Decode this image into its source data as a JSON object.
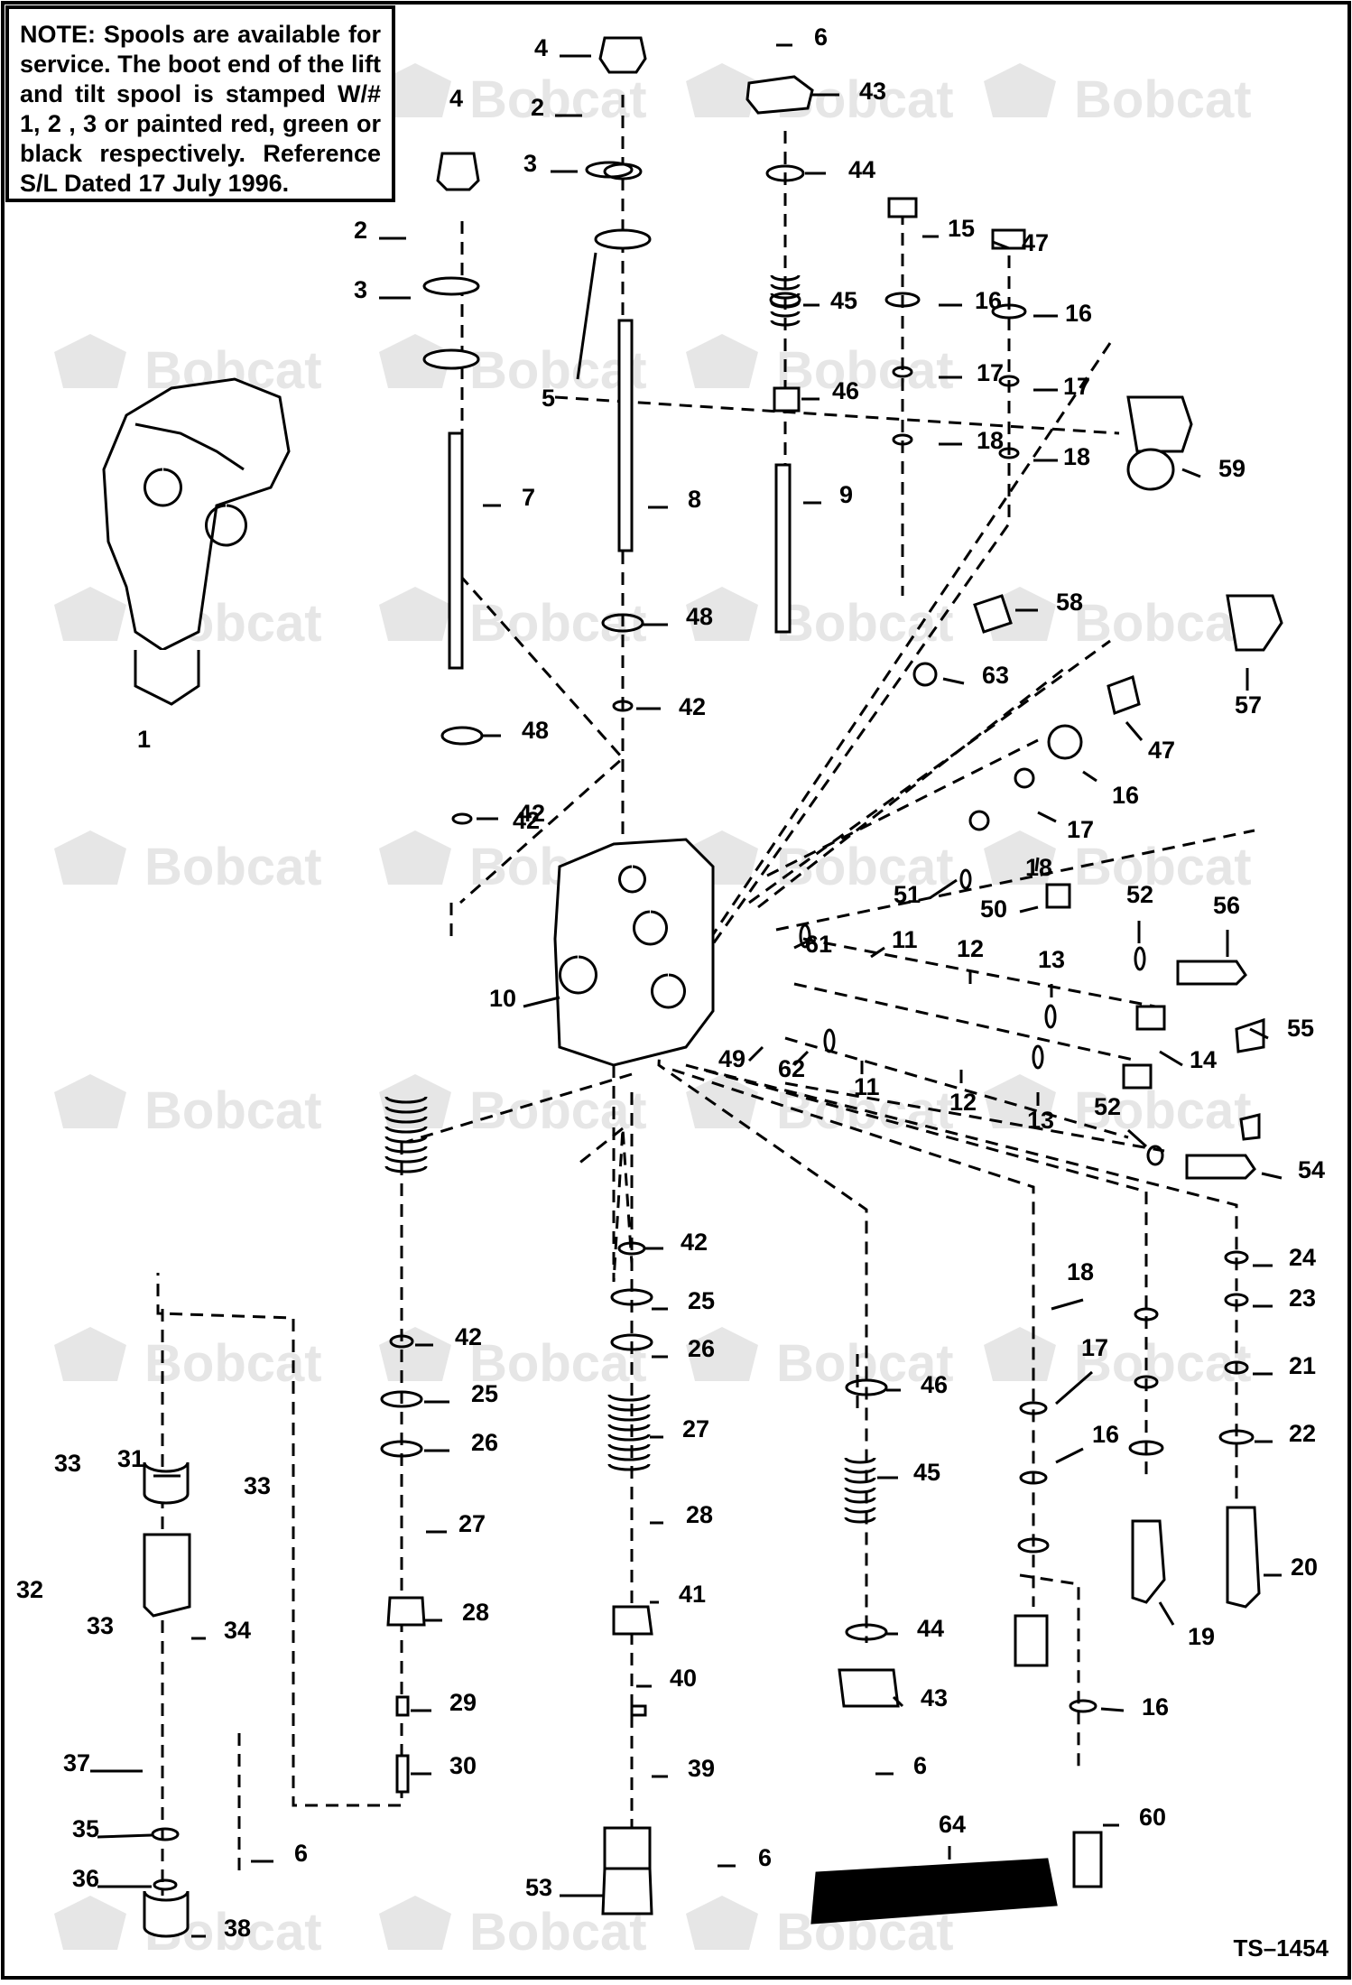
{
  "note": {
    "heading": "NOTE:",
    "body": "Spools are available for service. The boot end of the lift and tilt spool is stamped W/# 1, 2 , 3 or painted red, green or black respectively. Reference S/L Dated 17 July 1996."
  },
  "watermark": "Bobcat",
  "drawing_id": "TS–1454",
  "colors": {
    "ink": "#000000",
    "watermark": "#e6e6e6",
    "background": "#ffffff"
  },
  "callouts": [
    "1",
    "2",
    "3",
    "4",
    "5",
    "6",
    "7",
    "8",
    "9",
    "10",
    "11",
    "12",
    "13",
    "14",
    "15",
    "16",
    "17",
    "18",
    "19",
    "20",
    "21",
    "22",
    "23",
    "24",
    "25",
    "26",
    "27",
    "28",
    "29",
    "30",
    "31",
    "32",
    "33",
    "34",
    "35",
    "36",
    "37",
    "38",
    "39",
    "40",
    "41",
    "42",
    "43",
    "44",
    "45",
    "46",
    "47",
    "48",
    "49",
    "50",
    "51",
    "52",
    "53",
    "54",
    "55",
    "56",
    "57",
    "58",
    "59",
    "60",
    "61",
    "62",
    "63",
    "64"
  ]
}
